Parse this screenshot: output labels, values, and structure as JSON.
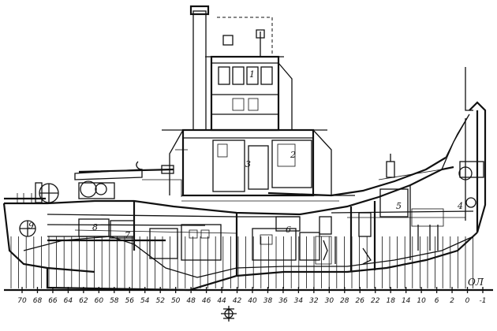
{
  "baseline_label": "ОЛ",
  "frame_ticks": [
    "70",
    "68",
    "66",
    "64",
    "62",
    "60",
    "58",
    "56",
    "54",
    "52",
    "50",
    "48",
    "46",
    "44",
    "42",
    "40",
    "38",
    "36",
    "34",
    "32",
    "30",
    "28",
    "26",
    "22",
    "18",
    "14",
    "10",
    "6",
    "2",
    "0",
    "-1"
  ],
  "callouts": [
    "1",
    "2",
    "3",
    "4",
    "5",
    "6",
    "7",
    "8",
    "9"
  ],
  "midship_symbol": "midship-frame-mark"
}
